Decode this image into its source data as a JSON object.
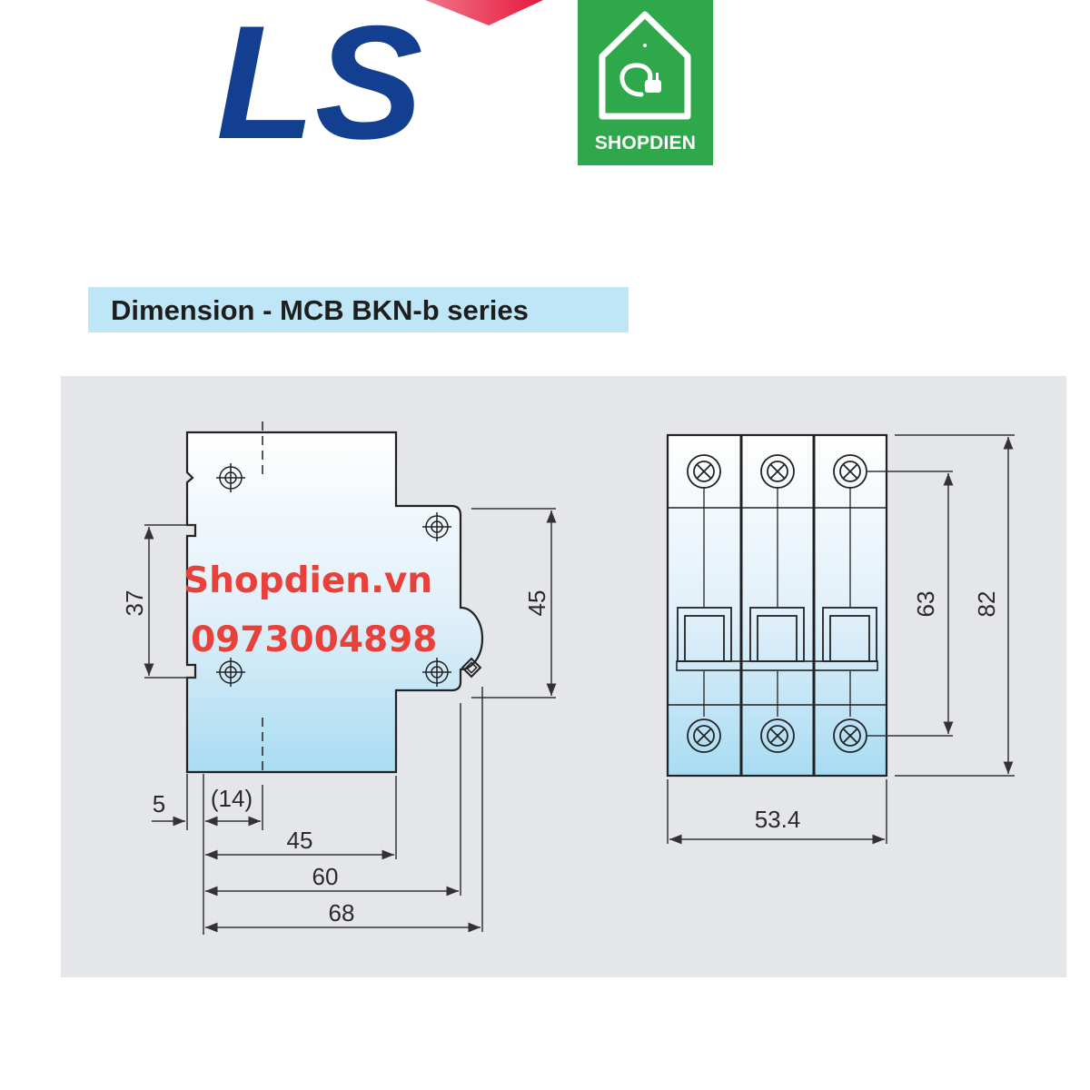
{
  "logos": {
    "brand_mark": "LS",
    "shop_brand": "SHOPDIEN",
    "icon": "house-plug-icon"
  },
  "title": "Dimension - MCB BKN-b series",
  "dimensions": {
    "side_view": {
      "height_mount": "37",
      "height_body": "45",
      "offset_left": "5",
      "offset_ref": "(14)",
      "width_front": "45",
      "width_mid": "60",
      "width_total": "68"
    },
    "front_view": {
      "width": "53.4",
      "terminal_pitch": "63",
      "height_total": "82"
    }
  },
  "watermark": {
    "site": "Shopdien.vn",
    "phone": "0973004898"
  },
  "colors": {
    "ls_blue": "#123f8f",
    "ls_red": "#e6193c",
    "shop_green": "#2ea84a",
    "title_bg": "#bfe6f7",
    "panel_bg": "#e4e6e9",
    "watermark_red": "#e8413c"
  }
}
